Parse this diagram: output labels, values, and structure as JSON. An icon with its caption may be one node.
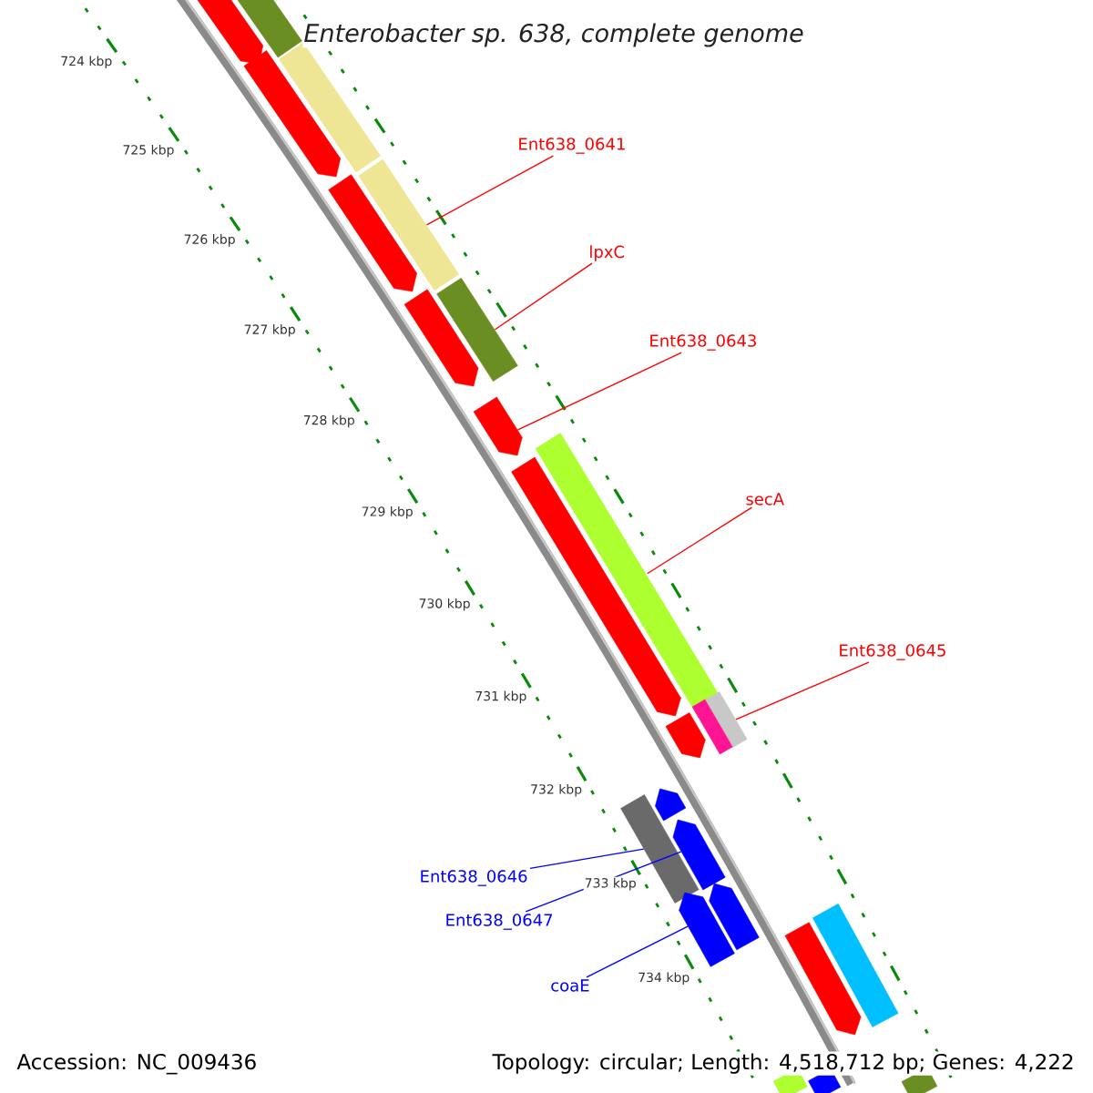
{
  "diagram": {
    "title": "Enterobacter sp. 638, complete genome",
    "nodes": [
      {
        "text": [
          "Ent638_0641"
        ]
      },
      {
        "text": [],
        "shape": "bar"
      },
      {
        "text": [
          "lpxC"
        ]
      },
      {
        "text": [],
        "shape": "bar"
      },
      {
        "text": [
          "Ent638_0643"
        ]
      },
      {
        "text": [],
        "shape": "bar"
      },
      {
        "text": [
          "secA"
        ]
      },
      {
        "text": [],
        "shape": "bar"
      },
      {
        "text": [
          "Ent638_0645"
        ]
      },
      {
        "text": [],
        "shape": "bar"
      },
      {
        "text": [
          "Ent638_0646"
        ]
      },
      {
        "text": [],
        "shape": "bar"
      },
      {
        "text": [
          "Ent638_0647"
        ]
      },
      {
        "text": [],
        "shape": "bar"
      },
      {
        "text": [
          "coaE"
        ]
      },
      {
        "text": [],
        "shape": "bar"
      },
      {
        "text": [],
        "shape": "bar"
      },
      {
        "text": [],
        "shape": "bar"
      },
      {
        "text": [],
        "shape": "bar"
      },
      {
        "text": [],
        "shape": "bar"
      },
      {
        "text": [],
        "shape": "bar"
      },
      {
        "text": [],
        "shape": "bar"
      },
      {
        "text": [],
        "shape": "bar"
      },
      {
        "text": [],
        "shape": "bar"
      },
      {
        "text": [],
        "shape": "bar"
      },
      {
        "text": [],
        "shape": "bar"
      },
      {
        "text": [],
        "shape": "bar"
      },
      {
        "text": [],
        "shape": "bar"
      },
      {
        "text": [],
        "shape": "bar"
      },
      {
        "text": [],
        "shape": "bar"
      },
      {
        "text": [],
        "shape": "bar"
      },
      {
        "text": [],
        "shape": "bar"
      }
    ],
    "edges": [
      {
        "from": 0,
        "to": 1,
        "arrow": "none"
      },
      {
        "from": 2,
        "to": 3,
        "arrow": "none"
      },
      {
        "from": 4,
        "to": 5,
        "arrow": "none"
      },
      {
        "from": 6,
        "to": 7,
        "arrow": "none"
      },
      {
        "from": 8,
        "to": 9,
        "arrow": "none"
      },
      {
        "from": 10,
        "to": 11,
        "arrow": "none",
        "color": "#0000ff"
      },
      {
        "from": 12,
        "to": 13,
        "arrow": "none",
        "color": "#0000ff"
      },
      {
        "from": 14,
        "to": 15,
        "arrow": "none",
        "color": "#0000ff"
      }
    ],
    "labels": [
      "724 kbp",
      "725 kbp",
      "726 kbp",
      "727 kbp",
      "728 kbp",
      "729 kbp",
      "730 kbp",
      "731 kbp",
      "732 kbp",
      "733 kbp",
      "734 kbp",
      "Accession: NC_009436",
      "Topology: circular; Length: 4,518,712 bp; Genes: 4,222"
    ]
  }
}
